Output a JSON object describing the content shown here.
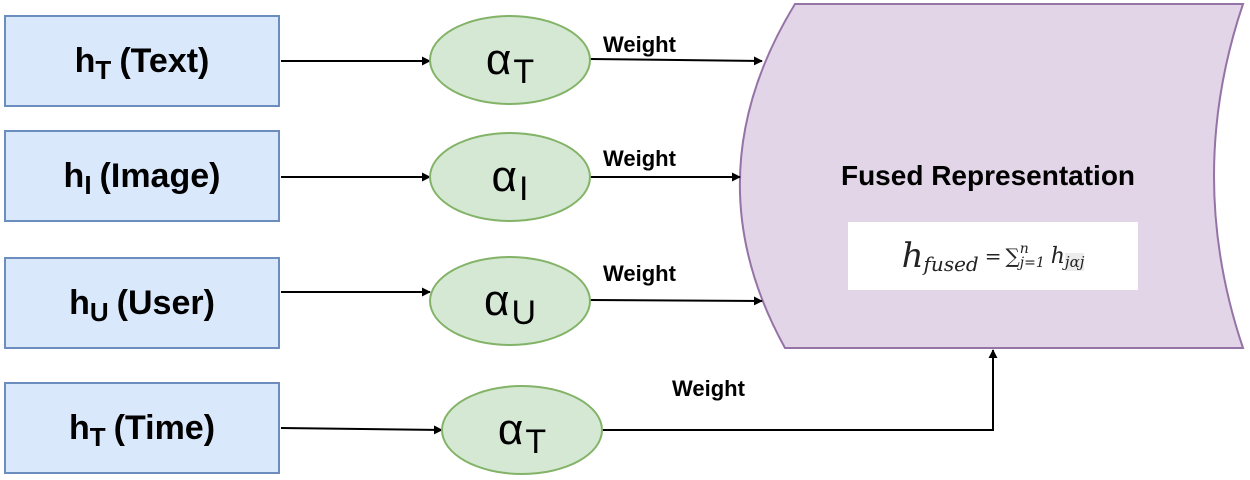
{
  "inputs": [
    {
      "main": "h",
      "sub": "T",
      "label": "(Text)"
    },
    {
      "main": "h",
      "sub": "I",
      "label": "(Image)"
    },
    {
      "main": "h",
      "sub": "U",
      "label": "(User)"
    },
    {
      "main": "h",
      "sub": "T",
      "label": "(Time)"
    }
  ],
  "weights": [
    {
      "main": "α",
      "sub": "T"
    },
    {
      "main": "α",
      "sub": "I"
    },
    {
      "main": "α",
      "sub": "U"
    },
    {
      "main": "α",
      "sub": "T"
    }
  ],
  "edge_label": "Weight",
  "fused": {
    "title": "Fused Representation",
    "formula": {
      "h": "h",
      "sub": "fused",
      "eq": "=",
      "sigma": "∑",
      "upper": "n",
      "lower": "j=1",
      "term": "h",
      "term_sub": "jαj"
    }
  },
  "colors": {
    "input_fill": "#dae8fc",
    "input_stroke": "#6c8ebf",
    "weight_fill": "#d5e8d4",
    "weight_stroke": "#82b366",
    "fused_fill": "#e1d5e7",
    "fused_stroke": "#9673a6"
  }
}
